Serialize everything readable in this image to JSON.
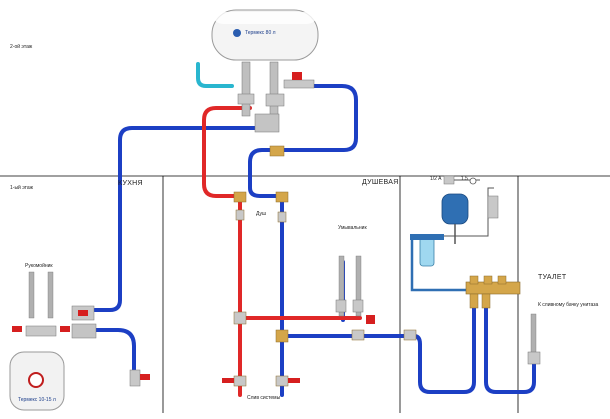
{
  "labels": {
    "floor2": "2-ой этаж",
    "floor1": "1-ый этаж",
    "room_kitchen": "КУХНЯ",
    "room_shower": "ДУШЕВАЯ",
    "room_toilet": "ТУАЛЕТ",
    "heater_big": "Термекс 80 л",
    "heater_small": "Термекс 10-15 л",
    "faucet_kitchen": "Рукомойник",
    "faucet_shower": "Умывальник",
    "shower": "Душ",
    "drain": "Слив системы",
    "toilet_inlet": "К сливному бачку унитаза",
    "tank_note": "1/2 A",
    "pump_note": "1.5"
  },
  "colors": {
    "hot_pipe": "#e02828",
    "cold_pipe": "#1c3fc4",
    "supply_pipe": "#29b6cf",
    "fitting": "#bfbfbf",
    "brass": "#d4a64a",
    "valve_handle": "#d61f1f",
    "expansion_tank": "#2f6fb3",
    "divider": "#000000"
  }
}
